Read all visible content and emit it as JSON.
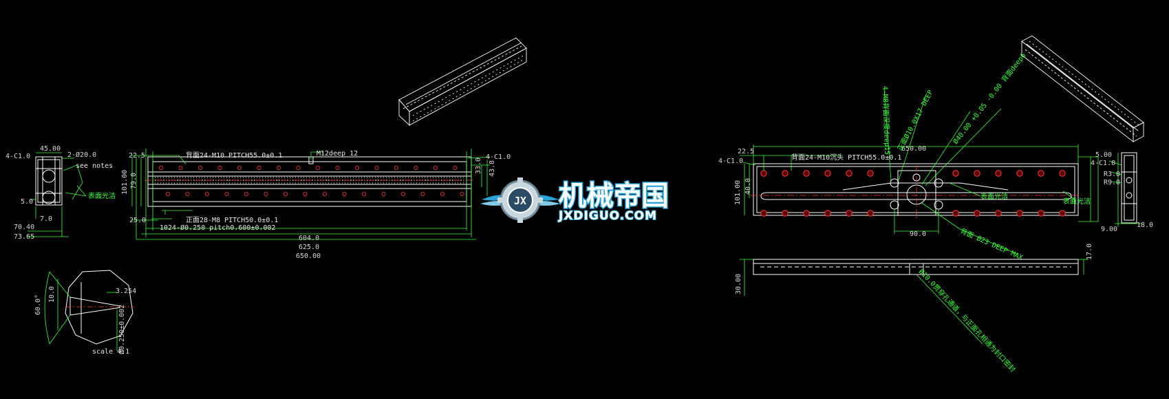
{
  "colors": {
    "background": "#000000",
    "outline": "#ffffff",
    "dimension": "#3dff3d",
    "hole": "#ff3b3b",
    "centerline": "#ff3b3b",
    "dim_text": "#d8d8d8",
    "logo_blue": "#2aa3d6"
  },
  "logo": {
    "chinese": "机械帝国",
    "english": "JXDIGUO.COM",
    "badge": "JX",
    "icon": "gear-wings-icon"
  },
  "side_view": {
    "dims": [
      "4-C1.0",
      "45.00",
      "2-Ø20.0",
      "5.0",
      "7.0",
      "70.40",
      "73.65"
    ],
    "notes": [
      "see notes",
      "表面光洁"
    ]
  },
  "detail_view": {
    "dims": [
      "60.0°",
      "10.0",
      "3.254",
      "Ø0.250±0.002"
    ],
    "scale": "scale 4:1"
  },
  "front_view": {
    "top_note": "背面24-M10 PITCH55.0±0.1",
    "deep_note": "M12deep 12",
    "bottom_note": "正面28-M8 PITCH50.0±0.1",
    "groove_note": "1024-Ø0.250  pitch0.600±0.002",
    "left_dims": [
      "22.5",
      "101.00",
      "79.0",
      "25.0"
    ],
    "right_dims": [
      "4-C1.0",
      "33.0",
      "43.8"
    ],
    "bottom_dims": [
      "604.0",
      "625.0",
      "650.00"
    ]
  },
  "right_top_view": {
    "top_note": "背面24-M10沉头 PITCH55.0±0.1",
    "left_dims": [
      "22.5",
      "4-C1.0",
      "101.00",
      "40.0"
    ],
    "overall": "650.00",
    "center_dim": "90.0",
    "leaders": [
      "4-M8背面深度deep15",
      "正面Ø10.0X17 DEEP",
      "Ø40.00 +0.05 -0.00 背面deep6",
      "背面 Ø23 DEEP MAX"
    ],
    "surface_notes": [
      "表面光洁",
      "表面光洁"
    ],
    "end_dims": [
      "5.00",
      "4-C1.0",
      "R3.0",
      "R9.0",
      "9.00",
      "18.0"
    ]
  },
  "right_bottom_view": {
    "dims": [
      "30.00",
      "17.0"
    ],
    "note": "Ø10.0贯穿孔通道，与正面孔相通为封口密封"
  }
}
